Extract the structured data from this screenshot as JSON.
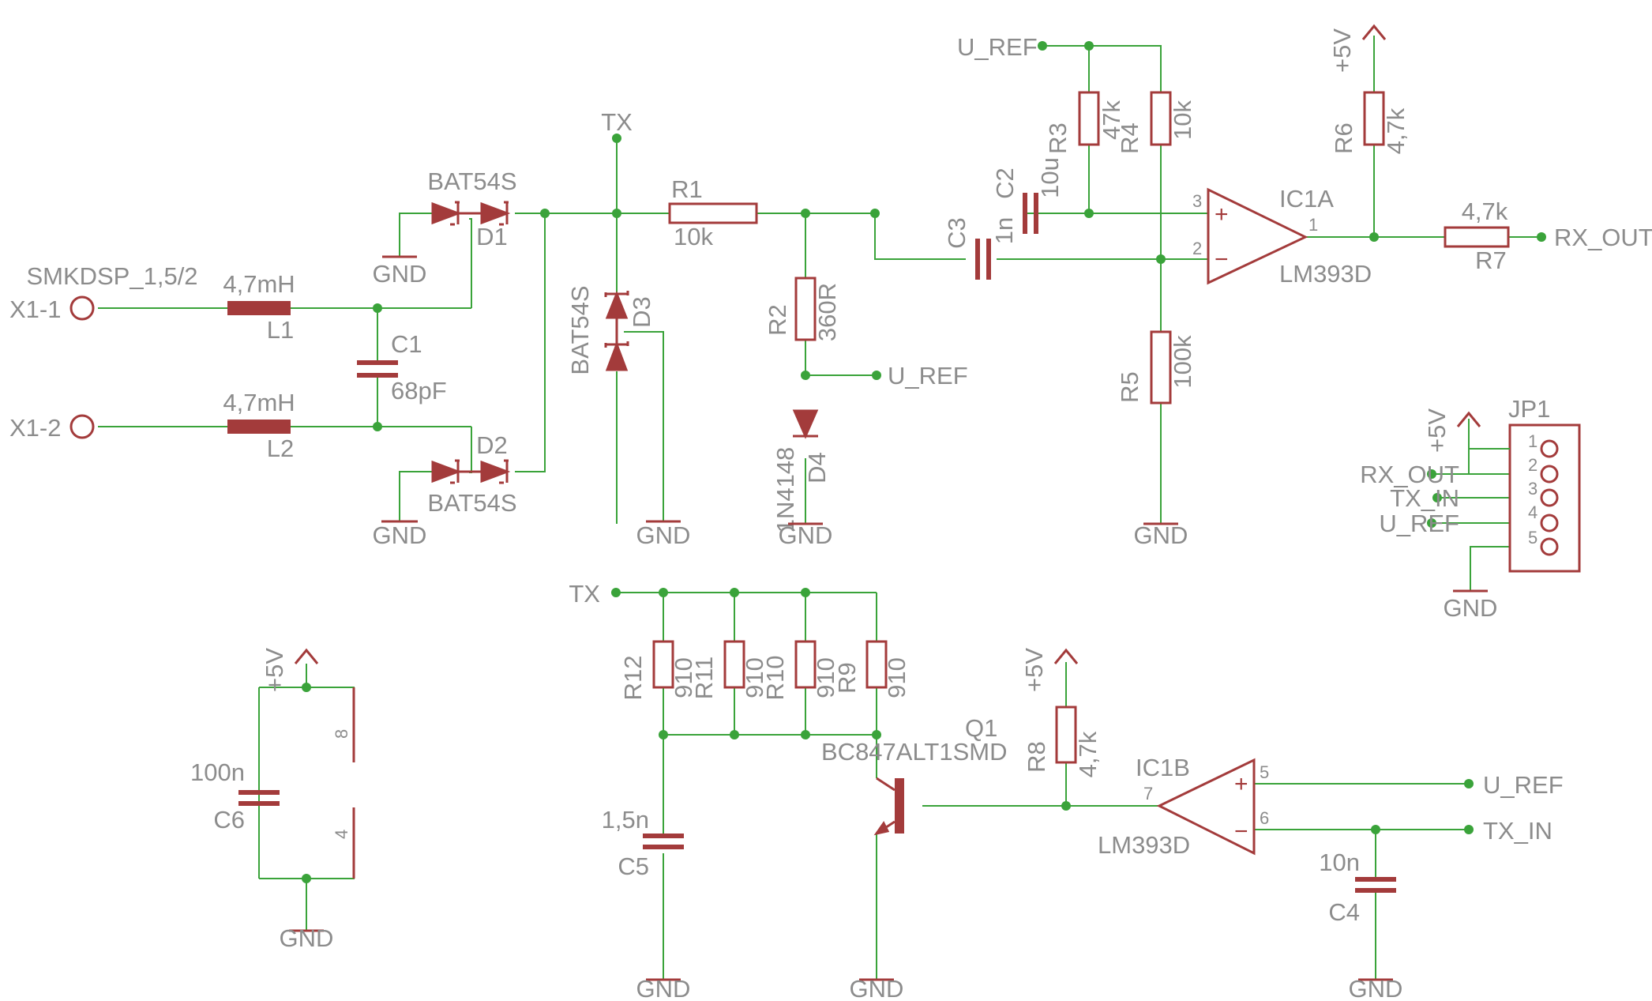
{
  "colors": {
    "wire": "#3aa33a",
    "part": "#a33b3b",
    "text": "#8c8c8c",
    "background": "#ffffff"
  },
  "labels": {
    "u_ref": "U_REF",
    "tx": "TX",
    "tx_in": "TX_IN",
    "rx_out": "RX_OUT",
    "gnd": "GND",
    "vcc": "+5V",
    "smkdsp": "SMKDSP_1,5/2",
    "x1_1": "X1-1",
    "x1_2": "X1-2"
  },
  "components": {
    "L1": {
      "name": "L1",
      "value": "4,7mH"
    },
    "L2": {
      "name": "L2",
      "value": "4,7mH"
    },
    "C1": {
      "name": "C1",
      "value": "68pF"
    },
    "C2": {
      "name": "C2",
      "value": "10u"
    },
    "C3": {
      "name": "C3",
      "value": "1n"
    },
    "C4": {
      "name": "C4",
      "value": "10n"
    },
    "C5": {
      "name": "C5",
      "value": "1,5n"
    },
    "C6": {
      "name": "C6",
      "value": "100n"
    },
    "D1": {
      "name": "D1",
      "value": "BAT54S"
    },
    "D2": {
      "name": "D2",
      "value": "BAT54S"
    },
    "D3": {
      "name": "D3",
      "value": "BAT54S"
    },
    "D4": {
      "name": "D4",
      "value": "1N4148"
    },
    "R1": {
      "name": "R1",
      "value": "10k"
    },
    "R2": {
      "name": "R2",
      "value": "360R"
    },
    "R3": {
      "name": "R3",
      "value": "47k"
    },
    "R4": {
      "name": "R4",
      "value": "10k"
    },
    "R5": {
      "name": "R5",
      "value": "100k"
    },
    "R6": {
      "name": "R6",
      "value": "4,7k"
    },
    "R7": {
      "name": "R7",
      "value": "4,7k"
    },
    "R8": {
      "name": "R8",
      "value": "4,7k"
    },
    "R9": {
      "name": "R9",
      "value": "910"
    },
    "R10": {
      "name": "R10",
      "value": "910"
    },
    "R11": {
      "name": "R11",
      "value": "910"
    },
    "R12": {
      "name": "R12",
      "value": "910"
    },
    "Q1": {
      "name": "Q1",
      "value": "BC847ALT1SMD"
    },
    "IC1A": {
      "name": "IC1A",
      "value": "LM393D"
    },
    "IC1B": {
      "name": "IC1B",
      "value": "LM393D"
    },
    "JP1": {
      "name": "JP1"
    }
  },
  "pins": {
    "ic1a_in_plus": "3",
    "ic1a_in_minus": "2",
    "ic1a_out": "1",
    "ic1b_in_plus": "5",
    "ic1b_in_minus": "6",
    "ic1b_out": "7",
    "ic1_v": "8",
    "ic1_gnd": "4",
    "jp1": [
      "1",
      "2",
      "3",
      "4",
      "5"
    ]
  },
  "signs": {
    "plus": "+",
    "minus": "−"
  }
}
